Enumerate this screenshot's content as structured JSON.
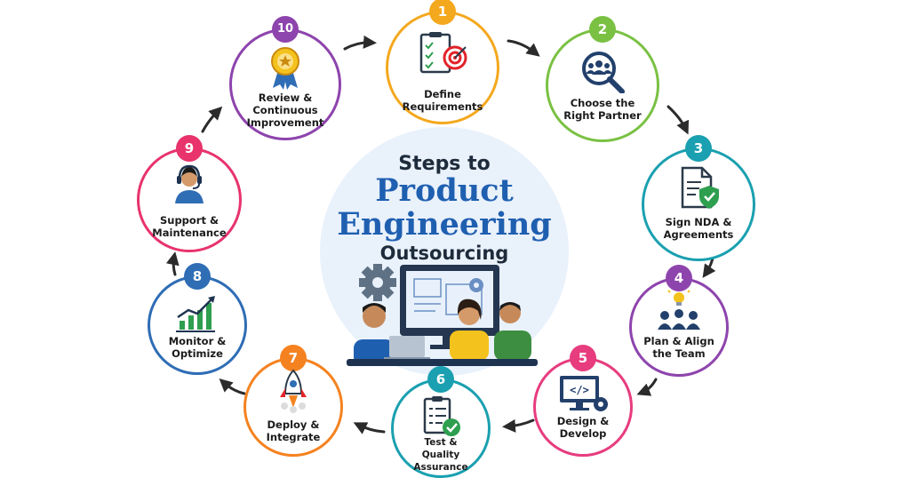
{
  "title": {
    "line1": "Steps to",
    "line2": "Product",
    "line3": "Engineering",
    "line4": "Outsourcing"
  },
  "steps": [
    {
      "number": "1",
      "label_line1": "Define",
      "label_line2": "Requirements",
      "color": "#f4a81d",
      "icon": "checklist-target-icon"
    },
    {
      "number": "2",
      "label_line1": "Choose the",
      "label_line2": "Right Partner",
      "color": "#7ac143",
      "icon": "team-magnifier-icon"
    },
    {
      "number": "3",
      "label_line1": "Sign NDA &",
      "label_line2": "Agreements",
      "color": "#1aa0b0",
      "icon": "document-shield-icon"
    },
    {
      "number": "4",
      "label_line1": "Plan & Align",
      "label_line2": "the Team",
      "color": "#8e44ad",
      "icon": "team-idea-icon"
    },
    {
      "number": "5",
      "label_line1": "Design &",
      "label_line2": "Develop",
      "color": "#e73c7e",
      "icon": "code-monitor-icon"
    },
    {
      "number": "6",
      "label_line1": "Test &",
      "label_line2": "Quality Assurance",
      "color": "#1aa0b0",
      "icon": "clipboard-check-icon"
    },
    {
      "number": "7",
      "label_line1": "Deploy &",
      "label_line2": "Integrate",
      "color": "#f58220",
      "icon": "rocket-icon"
    },
    {
      "number": "8",
      "label_line1": "Monitor &",
      "label_line2": "Optimize",
      "color": "#2f6db5",
      "icon": "growth-chart-icon"
    },
    {
      "number": "9",
      "label_line1": "Support &",
      "label_line2": "Maintenance",
      "color": "#e8336d",
      "icon": "support-agent-icon"
    },
    {
      "number": "10",
      "label_line1": "Review &",
      "label_line2": "Continuous",
      "label_line3": "Improvement",
      "color": "#8e44ad",
      "icon": "award-ribbon-icon"
    }
  ]
}
